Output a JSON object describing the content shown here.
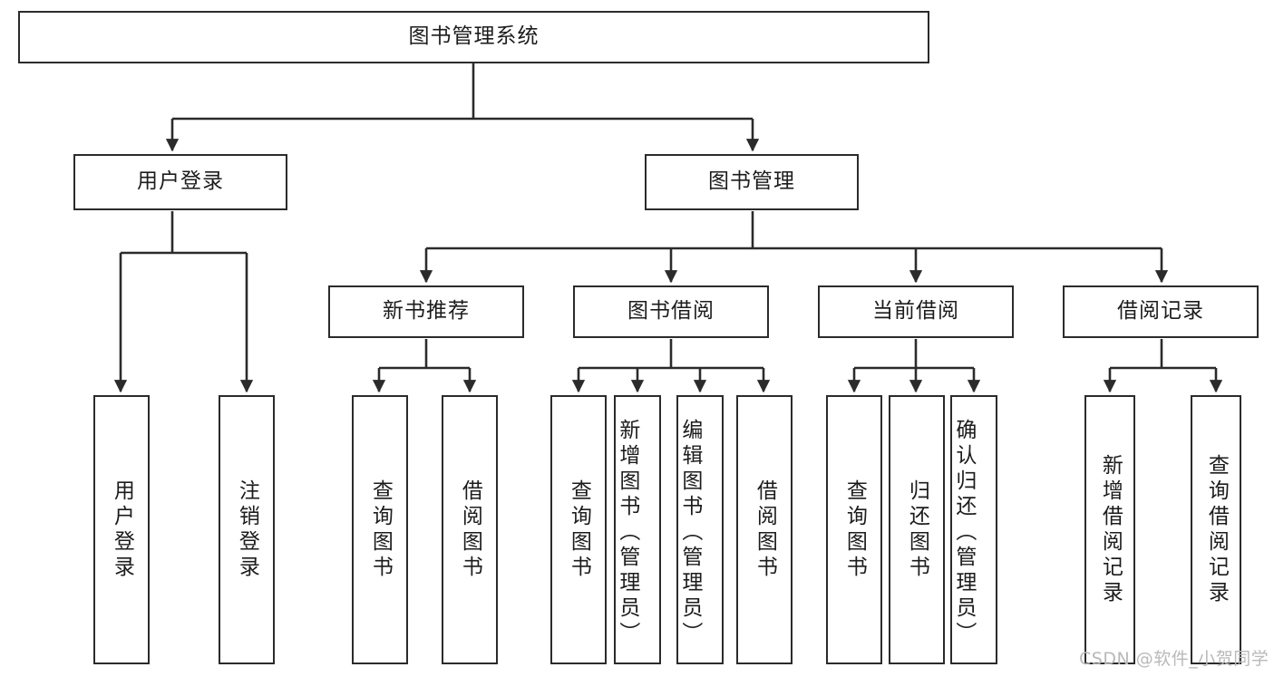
{
  "diagram": {
    "title": "图书管理系统",
    "type": "tree-hierarchy-diagram",
    "root": {
      "id": "root",
      "label": "图书管理系统"
    },
    "level2": [
      {
        "id": "user-login",
        "label": "用户登录"
      },
      {
        "id": "book-manage",
        "label": "图书管理"
      }
    ],
    "level3": [
      {
        "id": "new-book-recommend",
        "label": "新书推荐",
        "parent": "book-manage"
      },
      {
        "id": "book-borrow",
        "label": "图书借阅",
        "parent": "book-manage"
      },
      {
        "id": "current-borrow",
        "label": "当前借阅",
        "parent": "book-manage"
      },
      {
        "id": "borrow-record",
        "label": "借阅记录",
        "parent": "book-manage"
      }
    ],
    "leaves": [
      {
        "id": "leaf-user-login",
        "label": "用户登录",
        "parent": "user-login"
      },
      {
        "id": "leaf-user-logout",
        "label": "注销登录",
        "parent": "user-login"
      },
      {
        "id": "leaf-query-book-1",
        "label": "查询图书",
        "parent": "new-book-recommend"
      },
      {
        "id": "leaf-borrow-book-1",
        "label": "借阅图书",
        "parent": "new-book-recommend"
      },
      {
        "id": "leaf-query-book-2",
        "label": "查询图书",
        "parent": "book-borrow"
      },
      {
        "id": "leaf-add-book",
        "label": "新增图书（管理员）",
        "parent": "book-borrow"
      },
      {
        "id": "leaf-edit-book",
        "label": "编辑图书（管理员）",
        "parent": "book-borrow"
      },
      {
        "id": "leaf-borrow-book-2",
        "label": "借阅图书",
        "parent": "book-borrow"
      },
      {
        "id": "leaf-query-book-3",
        "label": "查询图书",
        "parent": "current-borrow"
      },
      {
        "id": "leaf-return-book",
        "label": "归还图书",
        "parent": "current-borrow"
      },
      {
        "id": "leaf-confirm-return",
        "label": "确认归还（管理员）",
        "parent": "current-borrow"
      },
      {
        "id": "leaf-add-record",
        "label": "新增借阅记录",
        "parent": "borrow-record"
      },
      {
        "id": "leaf-query-record",
        "label": "查询借阅记录",
        "parent": "borrow-record"
      }
    ],
    "colors": {
      "border": "#2b2b2b",
      "background": "#ffffff",
      "text": "#1c1c1c",
      "watermark": "#b9b9b9"
    }
  },
  "watermark": {
    "text": "CSDN @软件_小贺同学"
  }
}
